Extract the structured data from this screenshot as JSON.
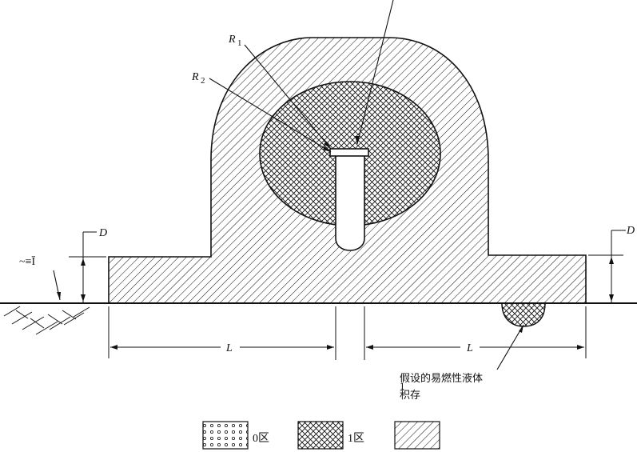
{
  "labels": {
    "r1": "R",
    "r1_sub": "1",
    "r2": "R",
    "r2_sub": "2",
    "d_left": "D",
    "d_right": "D",
    "l_left": "L",
    "l_right": "L",
    "ground_label": "~≡Ī",
    "legend_zone0": "0区",
    "legend_zone1": "1区",
    "garbled_note_line1": "假设的易燃性液体",
    "garbled_note_line2": "1",
    "garbled_note_line3": "积存"
  },
  "colors": {
    "stroke": "#111111",
    "background": "#ffffff"
  },
  "icons": {
    "zone0_swatch": "dotted-swatch-icon",
    "zone1_swatch": "crosshatch-swatch-icon",
    "zone2_swatch": "diagonal-hatch-swatch-icon"
  }
}
